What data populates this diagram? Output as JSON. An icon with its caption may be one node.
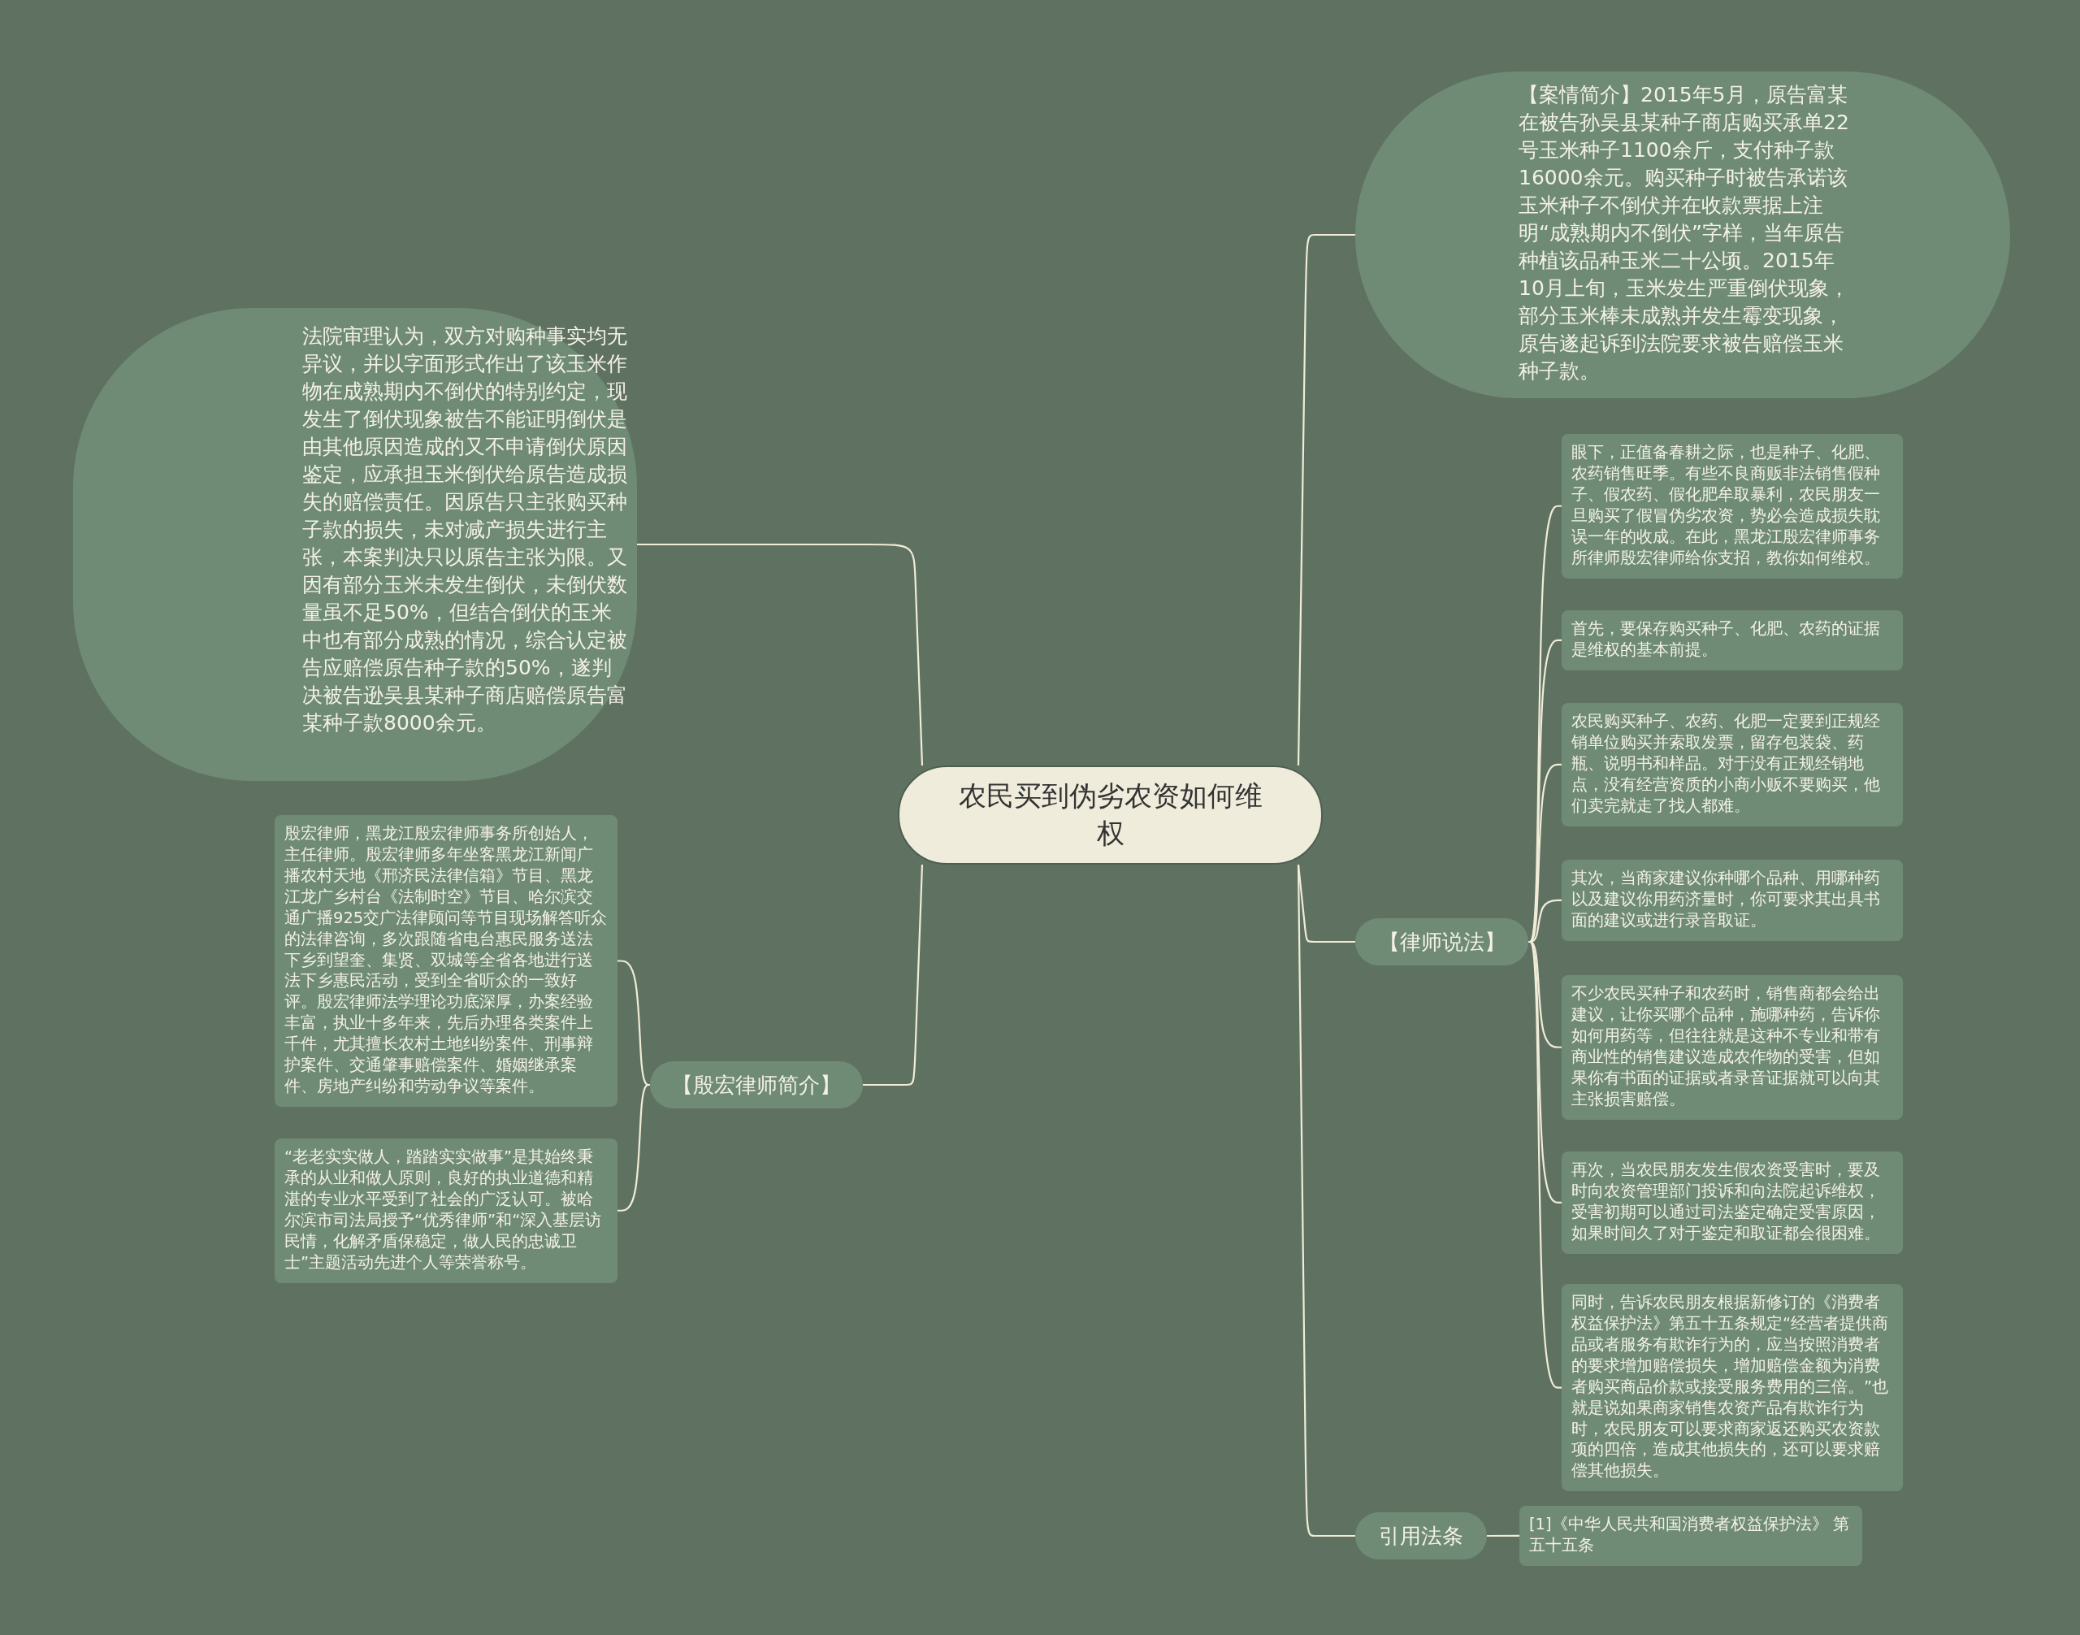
{
  "diagram": {
    "nodes": [
      {
        "text": [
          "农民买到伪劣农资如何维权"
        ]
      },
      {
        "text": [
          "【案情简介】2015年5月，原告富某在被告孙吴县某种子商店购买承单22号玉米种子1100余斤，支付种子款16000余元。购买种子时被告承诺该玉米种子不倒伏并在收款票据上注明“成熟期内不倒伏”字样，当年原告种植该品种玉米二十公顷。2015年10月上旬，玉米发生严重倒伏现象，部分玉米棒未成熟并发生霉变现象，原告遂起诉到法院要求被告赔偿玉米种子款。"
        ]
      },
      {
        "text": [
          "法院审理认为，双方对购种事实均无异议，并以字面形式作出了该玉米作物在成熟期内不倒伏的特别约定，现发生了倒伏现象被告不能证明倒伏是由其他原因造成的又不申请倒伏原因鉴定，应承担玉米倒伏给原告造成损失的赔偿责任。因原告只主张购买种子款的损失，未对减产损失进行主张，本案判决只以原告主张为限。又因有部分玉米未发生倒伏，未倒伏数量虽不足50%，但结合倒伏的玉米中也有部分成熟的情况，综合认定被告应赔偿原告种子款的50%，遂判决被告逊吴县某种子商店赔偿原告富某种子款8000余元。"
        ]
      },
      {
        "text": [
          "【律师说法】"
        ]
      },
      {
        "text": [
          "眼下，正值备春耕之际，也是种子、化肥、农药销售旺季。有些不良商贩非法销售假种子、假农药、假化肥牟取暴利，农民朋友一旦购买了假冒伪劣农资，势必会造成损失耽误一年的收成。在此，黑龙江殷宏律师事务所律师殷宏律师给你支招，教你如何维权。"
        ]
      },
      {
        "text": [
          "首先，要保存购买种子、化肥、农药的证据是维权的基本前提。"
        ]
      },
      {
        "text": [
          "农民购买种子、农药、化肥一定要到正规经销单位购买并索取发票，留存包装袋、药瓶、说明书和样品。对于没有正规经销地点，没有经营资质的小商小贩不要购买，他们卖完就走了找人都难。"
        ]
      },
      {
        "text": [
          "其次，当商家建议你种哪个品种、用哪种药以及建议你用药济量时，你可要求其出具书面的建议或进行录音取证。"
        ]
      },
      {
        "text": [
          "不少农民买种子和农药时，销售商都会给出建议，让你买哪个品种，施哪种药，告诉你如何用药等，但往往就是这种不专业和带有商业性的销售建议造成农作物的受害，但如果你有书面的证据或者录音证据就可以向其主张损害赔偿。"
        ]
      },
      {
        "text": [
          "再次，当农民朋友发生假农资受害时，要及时向农资管理部门投诉和向法院起诉维权，受害初期可以通过司法鉴定确定受害原因，如果时间久了对于鉴定和取证都会很困难。"
        ]
      },
      {
        "text": [
          "同时，告诉农民朋友根据新修订的《消费者权益保护法》第五十五条规定“经营者提供商品或者服务有欺诈行为的，应当按照消费者的要求增加赔偿损失，增加赔偿金额为消费者购买商品价款或接受服务费用的三倍。”也就是说如果商家销售农资产品有欺诈行为时，农民朋友可以要求商家返还购买农资款项的四倍，造成其他损失的，还可以要求赔偿其他损失。"
        ]
      },
      {
        "text": [
          "【殷宏律师简介】"
        ]
      },
      {
        "text": [
          "殷宏律师，黑龙江殷宏律师事务所创始人，主任律师。殷宏律师多年坐客黑龙江新闻广播农村天地《邢济民法律信箱》节目、黑龙江龙广乡村台《法制时空》节目、哈尔滨交通广播925交广法律顾问等节目现场解答听众的法律咨询，多次跟随省电台惠民服务送法下乡到望奎、集贤、双城等全省各地进行送法下乡惠民活动，受到全省听众的一致好评。殷宏律师法学理论功底深厚，办案经验丰富，执业十多年来，先后办理各类案件上千件，尤其擅长农村土地纠纷案件、刑事辩护案件、交通肇事赔偿案件、婚姻继承案件、房地产纠纷和劳动争议等案件。"
        ]
      },
      {
        "text": [
          "“老老实实做人，踏踏实实做事”是其始终秉承的从业和做人原则，良好的执业道德和精湛的专业水平受到了社会的广泛认可。被哈尔滨市司法局授予“优秀律师”和“深入基层访民情，化解矛盾保稳定，做人民的忠诚卫士”主题活动先进个人等荣誉称号。"
        ]
      },
      {
        "text": [
          "引用法条"
        ]
      },
      {
        "text": [
          "[1]《中华人民共和国消费者权益保护法》 第五十五条"
        ]
      }
    ],
    "edges": [
      {
        "from": 0,
        "to": 1,
        "arrow": "none"
      },
      {
        "from": 0,
        "to": 2,
        "arrow": "none"
      },
      {
        "from": 0,
        "to": 3,
        "arrow": "none"
      },
      {
        "from": 0,
        "to": 11,
        "arrow": "none"
      },
      {
        "from": 0,
        "to": 14,
        "arrow": "none"
      },
      {
        "from": 3,
        "to": 4,
        "arrow": "none"
      },
      {
        "from": 3,
        "to": 5,
        "arrow": "none"
      },
      {
        "from": 3,
        "to": 6,
        "arrow": "none"
      },
      {
        "from": 3,
        "to": 7,
        "arrow": "none"
      },
      {
        "from": 3,
        "to": 8,
        "arrow": "none"
      },
      {
        "from": 3,
        "to": 9,
        "arrow": "none"
      },
      {
        "from": 3,
        "to": 10,
        "arrow": "none"
      },
      {
        "from": 11,
        "to": 12,
        "arrow": "none"
      },
      {
        "from": 11,
        "to": 13,
        "arrow": "none"
      },
      {
        "from": 14,
        "to": 15,
        "arrow": "none"
      }
    ]
  }
}
